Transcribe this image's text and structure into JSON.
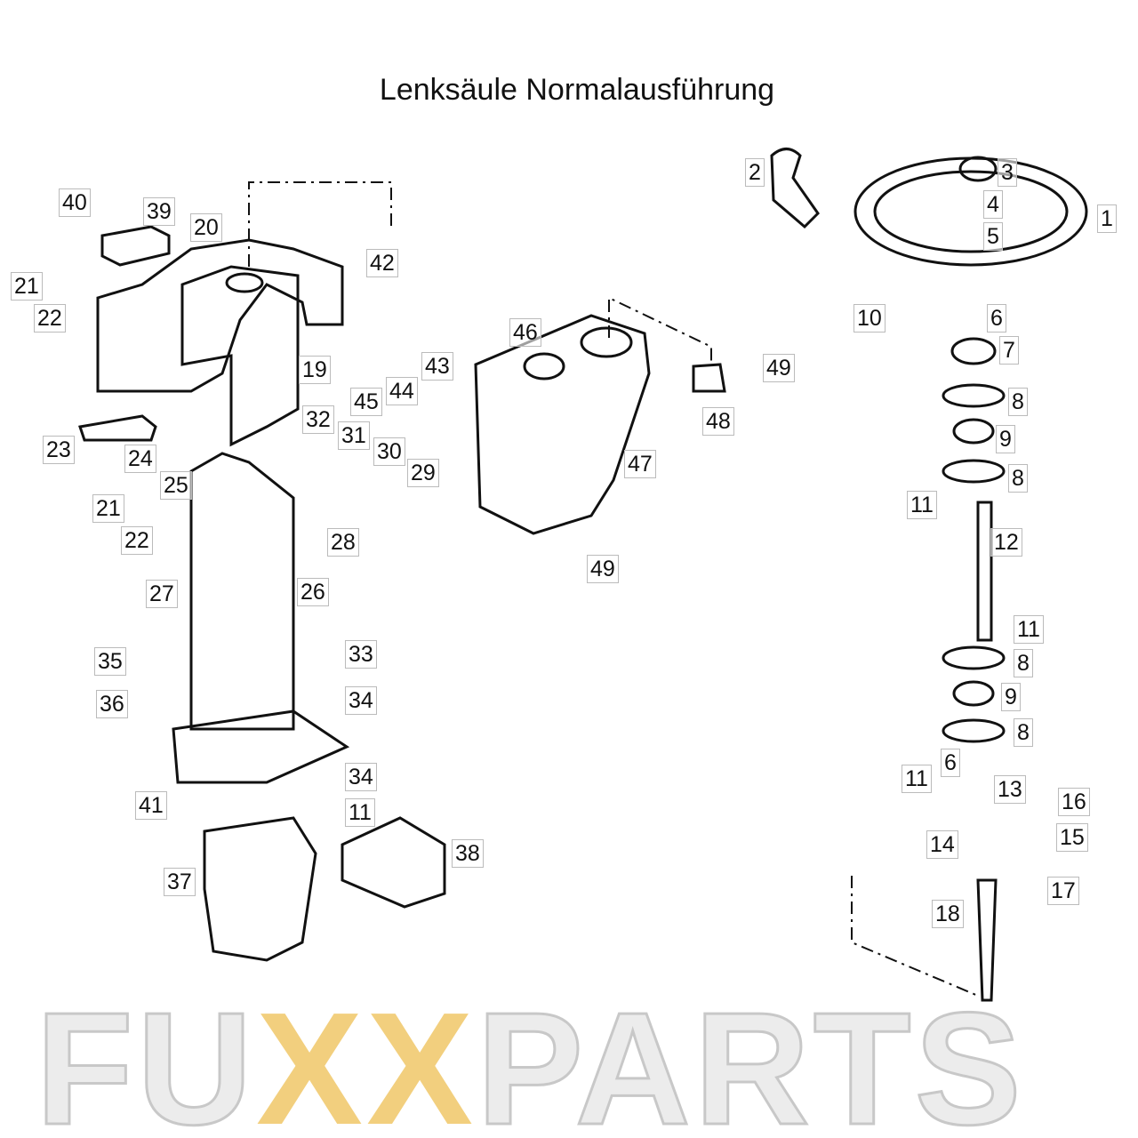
{
  "title": "Lenksäule Normalausführung",
  "watermark": {
    "part1": "FU",
    "part2": "XX",
    "part3": "PARTS"
  },
  "labels": [
    "40",
    "39",
    "20",
    "42",
    "21",
    "22",
    "19",
    "43",
    "44",
    "45",
    "32",
    "31",
    "30",
    "29",
    "23",
    "24",
    "25",
    "21",
    "22",
    "28",
    "27",
    "26",
    "35",
    "36",
    "33",
    "34",
    "34",
    "11",
    "41",
    "37",
    "38",
    "46",
    "47",
    "48",
    "49",
    "49",
    "2",
    "3",
    "4",
    "5",
    "1",
    "10",
    "6",
    "7",
    "8",
    "9",
    "8",
    "11",
    "12",
    "11",
    "8",
    "9",
    "8",
    "6",
    "13",
    "11",
    "16",
    "15",
    "14",
    "17",
    "18"
  ]
}
